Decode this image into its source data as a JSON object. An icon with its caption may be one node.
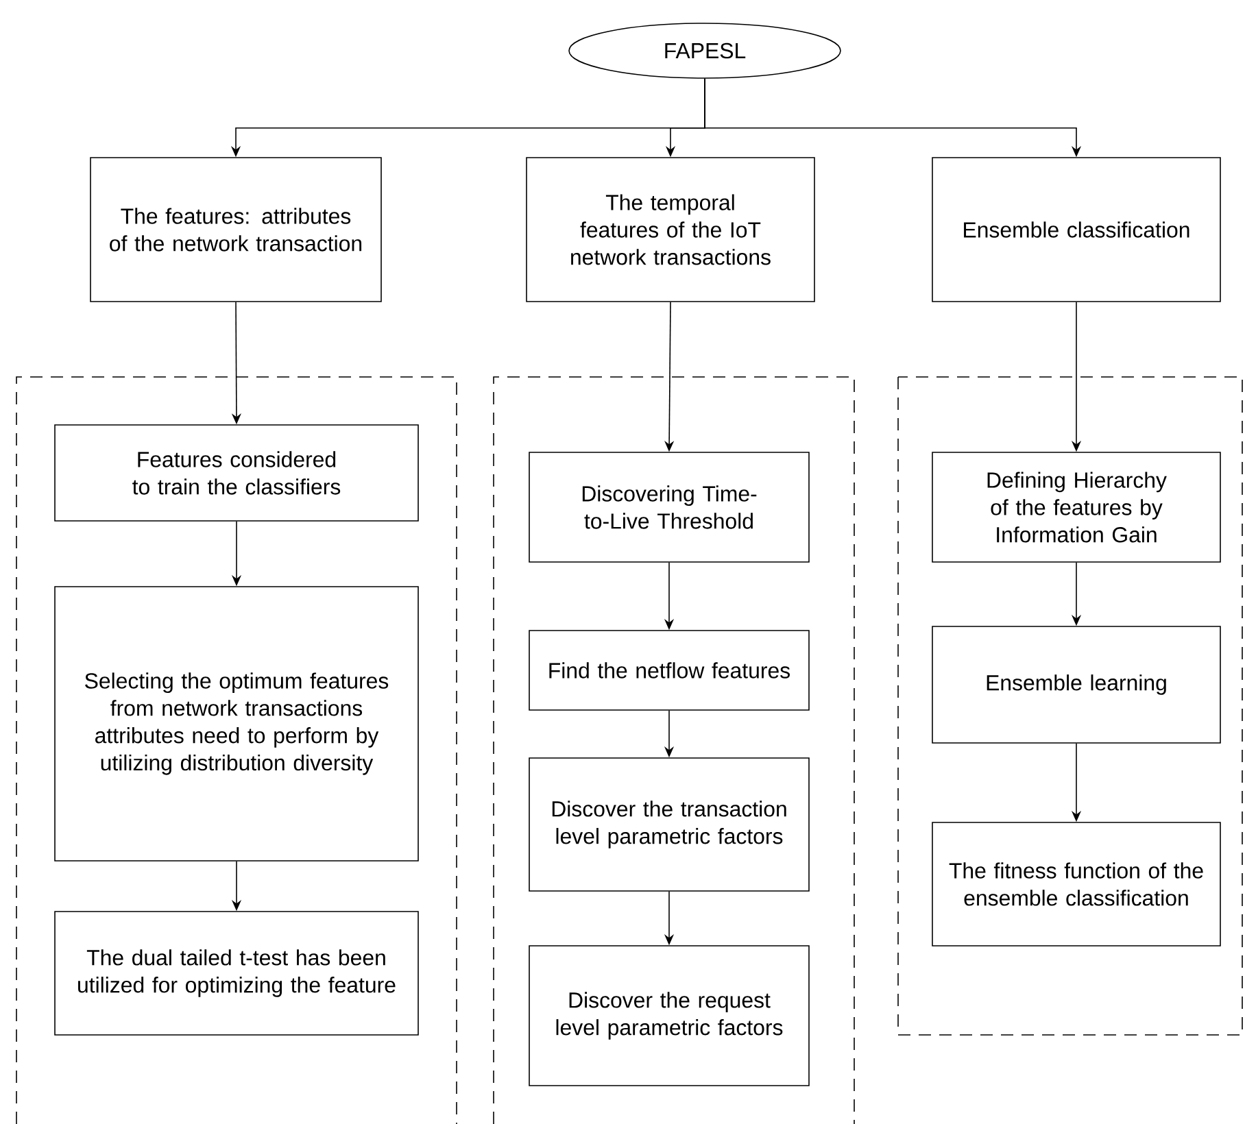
{
  "diagram": {
    "nodes": [
      {
        "text": [
          "FAPESL"
        ]
      },
      {
        "text": [
          "The features: attributes of the network transaction"
        ]
      },
      {
        "text": [
          "The temporal features of the IoT network transactions"
        ]
      },
      {
        "text": [
          "Ensemble classification"
        ]
      },
      {
        "text": [],
        "shape": "box"
      },
      {
        "text": [
          "Features considered to train the classifiers"
        ],
        "in": 4
      },
      {
        "text": [
          "Selecting the optimum features from network transactions attributes need to perform by utilizing distribution diversity"
        ],
        "in": 4
      },
      {
        "text": [
          "The dual tailed t-test has been utilized for optimizing the feature"
        ],
        "in": 4
      },
      {
        "text": [],
        "shape": "box"
      },
      {
        "text": [
          "Discovering Time-to-Live Threshold"
        ],
        "in": 8
      },
      {
        "text": [
          "Find the netflow features"
        ],
        "in": 8
      },
      {
        "text": [
          "Discover the transaction level parametric factors"
        ],
        "in": 8
      },
      {
        "text": [
          "Discover the request level parametric factors"
        ],
        "in": 8
      },
      {
        "text": [],
        "shape": "box"
      },
      {
        "text": [
          "Defining Hierarchy of the features by Information Gain"
        ],
        "in": 13
      },
      {
        "text": [
          "Ensemble learning"
        ],
        "in": 13
      },
      {
        "text": [
          "The fitness function of the ensemble classification"
        ],
        "in": 13
      }
    ],
    "edges": [
      {
        "from": 0,
        "to": 1,
        "arrow": "to"
      },
      {
        "from": 0,
        "to": 2,
        "arrow": "to"
      },
      {
        "from": 0,
        "to": 3,
        "arrow": "to"
      },
      {
        "from": 1,
        "to": 5,
        "arrow": "to"
      },
      {
        "from": 5,
        "to": 6,
        "arrow": "to"
      },
      {
        "from": 6,
        "to": 7,
        "arrow": "to"
      },
      {
        "from": 2,
        "to": 9,
        "arrow": "to"
      },
      {
        "from": 9,
        "to": 10,
        "arrow": "to"
      },
      {
        "from": 10,
        "to": 11,
        "arrow": "to"
      },
      {
        "from": 11,
        "to": 12,
        "arrow": "to"
      },
      {
        "from": 3,
        "to": 14,
        "arrow": "to"
      },
      {
        "from": 14,
        "to": 15,
        "arrow": "to"
      },
      {
        "from": 15,
        "to": 16,
        "arrow": "to"
      }
    ]
  }
}
